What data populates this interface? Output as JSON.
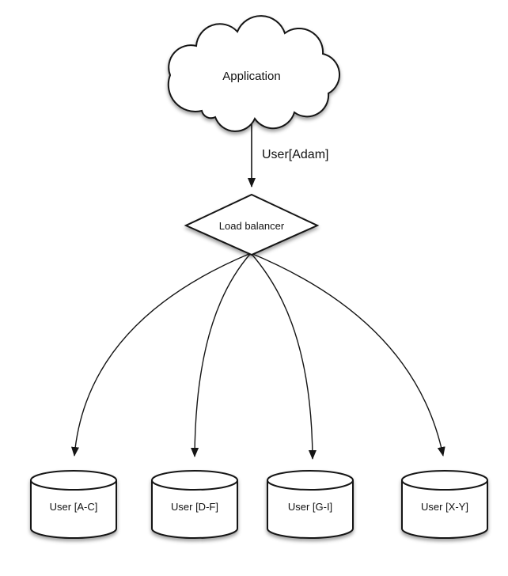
{
  "diagram": {
    "type": "sharding-architecture",
    "nodes": {
      "application": {
        "label": "Application",
        "shape": "cloud"
      },
      "load_balancer": {
        "label": "Load balancer",
        "shape": "diamond"
      },
      "shards": [
        {
          "label": "User [A-C]",
          "shape": "cylinder"
        },
        {
          "label": "User [D-F]",
          "shape": "cylinder"
        },
        {
          "label": "User [G-I]",
          "shape": "cylinder"
        },
        {
          "label": "User [X-Y]",
          "shape": "cylinder"
        }
      ]
    },
    "edges": {
      "app_to_lb": {
        "label": "User[Adam]"
      },
      "lb_to_shards": {
        "count": 4
      }
    },
    "colors": {
      "stroke": "#151515",
      "fill": "#ffffff",
      "background": "#ffffff",
      "text": "#111111"
    }
  }
}
